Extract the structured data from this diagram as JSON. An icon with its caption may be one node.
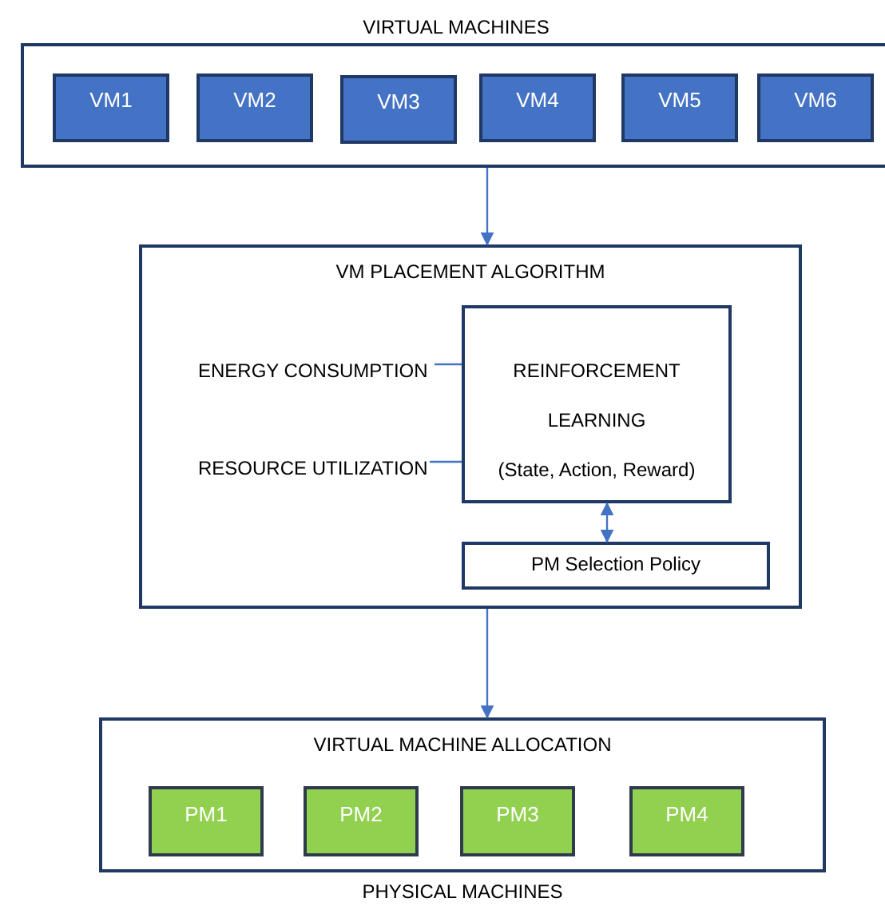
{
  "diagram": {
    "nodes": [
      {
        "text": [
          "VIRTUAL MACHINES"
        ]
      },
      {
        "text": [
          "VM1"
        ],
        "in": 0
      },
      {
        "text": [
          "VM2"
        ],
        "in": 0
      },
      {
        "text": [
          "VM3"
        ],
        "in": 0
      },
      {
        "text": [
          "VM4"
        ],
        "in": 0
      },
      {
        "text": [
          "VM5"
        ],
        "in": 0
      },
      {
        "text": [
          "VM6"
        ],
        "in": 0
      },
      {
        "text": [
          "VM PLACEMENT ALGORITHM"
        ]
      },
      {
        "text": [
          "ENERGY CONSUMPTION"
        ],
        "in": 7
      },
      {
        "text": [
          "RESOURCE UTILIZATION"
        ],
        "in": 7
      },
      {
        "text": [
          "REINFORCEMENT LEARNING",
          "(State, Action, Reward)"
        ],
        "in": 7
      },
      {
        "text": [
          "PM Selection Policy"
        ],
        "in": 7
      },
      {
        "text": [
          "VIRTUAL MACHINE ALLOCATION"
        ],
        "beside": [
          "PHYSICAL MACHINES"
        ]
      },
      {
        "text": [
          "PM1"
        ],
        "in": 12
      },
      {
        "text": [
          "PM2"
        ],
        "in": 12
      },
      {
        "text": [
          "PM3"
        ],
        "in": 12
      },
      {
        "text": [
          "PM4"
        ],
        "in": 12
      }
    ],
    "edges": [
      {
        "from": 0,
        "to": 7,
        "arrow": "to"
      },
      {
        "from": 8,
        "to": 10,
        "arrow": "none"
      },
      {
        "from": 9,
        "to": 10,
        "arrow": "none"
      },
      {
        "from": 10,
        "to": 11,
        "arrow": "both"
      },
      {
        "from": 7,
        "to": 12,
        "arrow": "to"
      }
    ]
  }
}
